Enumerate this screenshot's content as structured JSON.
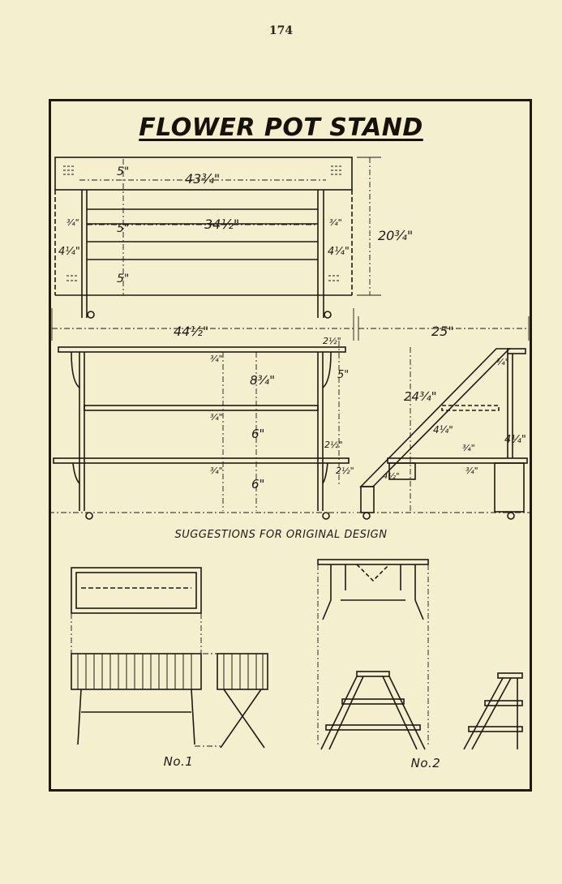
{
  "page_number": "174",
  "title": "FLOWER POT STAND",
  "caption_main": "SUGGESTIONS FOR ORIGINAL DESIGN",
  "caption_no1": "No.1",
  "caption_no2": "No.2",
  "dimensions": {
    "top_width": "43¾\"",
    "board_height_1": "5\"",
    "board_height_2": "5\"",
    "board_height_3": "5\"",
    "inner_width": "34½\"",
    "post_left": "¾\"",
    "post_right": "¾\"",
    "margin_left": "4¼\"",
    "margin_right": "4¼\"",
    "back_height": "20¾\"",
    "front_width": "44½\"",
    "overhang": "2½\"",
    "bracket": "5\"",
    "shelf_thick_1": "¾\"",
    "shelf_thick_2": "¾\"",
    "shelf_thick_3": "¾\"",
    "shelf_space_1": "8¾\"",
    "shelf_space_2": "6\"",
    "shelf_space_3": "6\"",
    "leg_1": "2½\"",
    "leg_2": "2½\"",
    "side_width": "25\"",
    "side_height": "24¾\"",
    "side_stringer": "4¼\"",
    "side_post": "¾\"",
    "side_board": "4¼\"",
    "side_bottom": "¾\"",
    "side_top": "¾\"",
    "side_foot": "4½\""
  },
  "colors": {
    "paper": "#f4efcf",
    "ink": "#1e1a12"
  }
}
